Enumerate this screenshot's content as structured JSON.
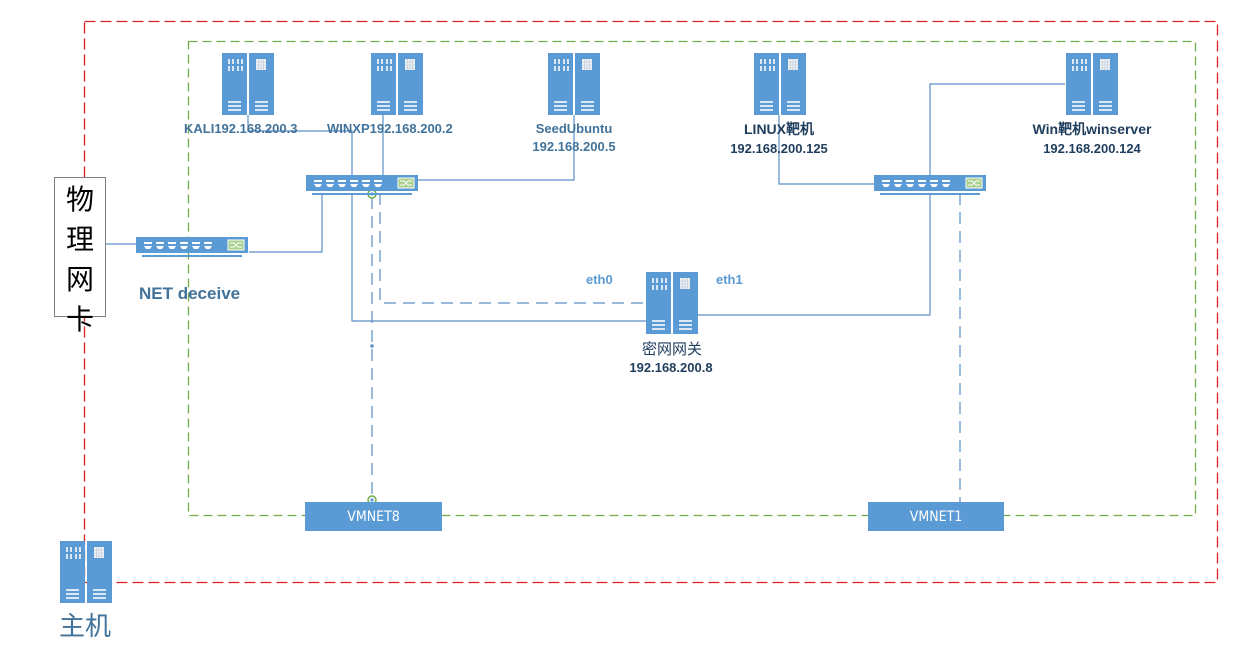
{
  "diagram": {
    "title": "Network topology",
    "colors": {
      "device_blue": "#5b9bd5",
      "line_blue": "#5b8fc7",
      "host_boundary_red": "#e02020",
      "vm_boundary_green": "#70ad47",
      "switch_port_green": "#a9d18e",
      "label_teal": "#41729a",
      "label_dark": "#1f3d5c"
    },
    "boundaries": {
      "host": {
        "style": "red-dashed"
      },
      "virtual_network": {
        "style": "green-dashed"
      }
    },
    "physical_nic": {
      "chars": [
        "物",
        "理",
        "网",
        "卡"
      ]
    },
    "host_machine": {
      "label": "主机",
      "icon": "server-icon"
    },
    "net_device": {
      "label": "NET deceive",
      "icon": "switch-icon"
    },
    "servers": [
      {
        "id": "kali",
        "name": "KALI192.168.200.3",
        "ip": "",
        "icon": "server-icon"
      },
      {
        "id": "winxp",
        "name": "WINXP192.168.200.2",
        "ip": "",
        "icon": "server-icon"
      },
      {
        "id": "seedubuntu",
        "name": "SeedUbuntu",
        "ip": "192.168.200.5",
        "icon": "server-icon"
      },
      {
        "id": "linux-target",
        "name": "LINUX靶机",
        "ip": "192.168.200.125",
        "icon": "server-icon"
      },
      {
        "id": "win-target",
        "name": "Win靶机winserver",
        "ip": "192.168.200.124",
        "icon": "server-icon"
      }
    ],
    "gateway": {
      "name": "密网网关",
      "ip": "192.168.200.8",
      "interfaces": [
        "eth0",
        "eth1"
      ],
      "icon": "server-icon"
    },
    "switches": [
      {
        "id": "switch-left",
        "icon": "switch-icon"
      },
      {
        "id": "switch-right",
        "icon": "switch-icon"
      }
    ],
    "virtual_networks": [
      {
        "id": "vmnet8",
        "label": "VMNET8"
      },
      {
        "id": "vmnet1",
        "label": "VMNET1"
      }
    ],
    "links": [
      {
        "from": "physical_nic",
        "to": "net_device",
        "style": "solid"
      },
      {
        "from": "net_device",
        "to": "switch-left",
        "style": "solid"
      },
      {
        "from": "kali",
        "to": "switch-left",
        "style": "solid"
      },
      {
        "from": "winxp",
        "to": "switch-left",
        "style": "solid"
      },
      {
        "from": "seedubuntu",
        "to": "switch-left",
        "style": "solid"
      },
      {
        "from": "switch-left",
        "to": "gateway.eth0",
        "style": "solid"
      },
      {
        "from": "switch-left",
        "to": "gateway.eth0",
        "style": "dashed"
      },
      {
        "from": "switch-left",
        "to": "vmnet8",
        "style": "dashed"
      },
      {
        "from": "gateway.eth1",
        "to": "switch-right",
        "style": "solid"
      },
      {
        "from": "linux-target",
        "to": "switch-right",
        "style": "solid"
      },
      {
        "from": "win-target",
        "to": "switch-right",
        "style": "solid"
      },
      {
        "from": "switch-right",
        "to": "vmnet1",
        "style": "dashed"
      }
    ]
  }
}
